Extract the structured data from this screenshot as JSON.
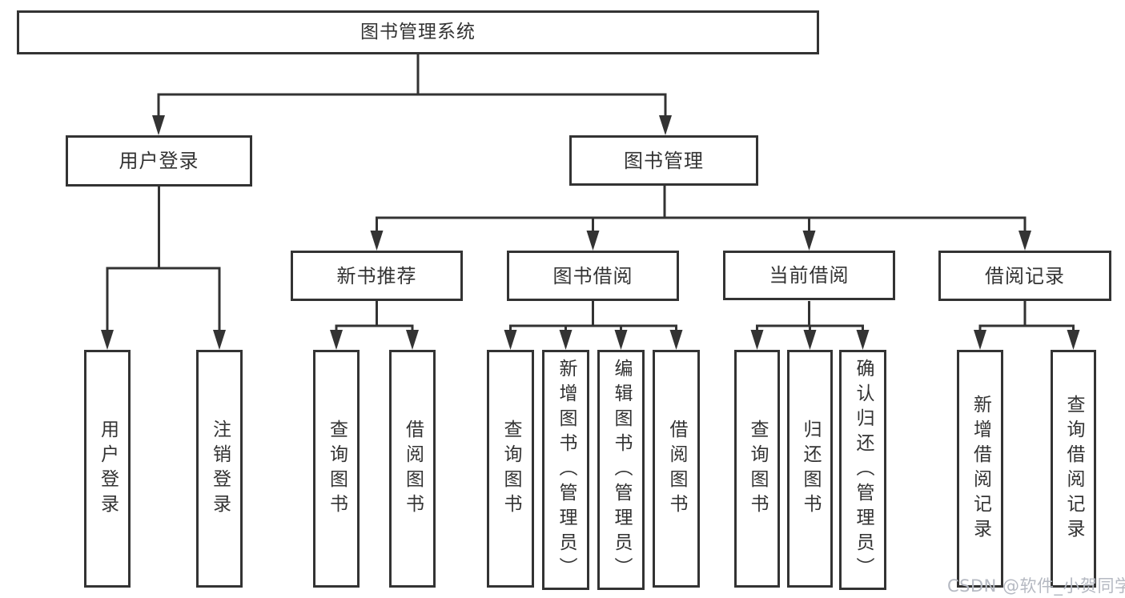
{
  "diagram": {
    "watermark": "CSDN @软件_小贺同学",
    "tree": {
      "label": "图书管理系统",
      "children": [
        {
          "label": "用户登录",
          "children": [
            {
              "label": "用户登录"
            },
            {
              "label": "注销登录"
            }
          ]
        },
        {
          "label": "图书管理",
          "children": [
            {
              "label": "新书推荐",
              "children": [
                {
                  "label": "查询图书"
                },
                {
                  "label": "借阅图书"
                }
              ]
            },
            {
              "label": "图书借阅",
              "children": [
                {
                  "label": "查询图书"
                },
                {
                  "label": "新增图书（管理员）"
                },
                {
                  "label": "编辑图书（管理员）"
                },
                {
                  "label": "借阅图书"
                }
              ]
            },
            {
              "label": "当前借阅",
              "children": [
                {
                  "label": "查询图书"
                },
                {
                  "label": "归还图书"
                },
                {
                  "label": "确认归还（管理员）"
                }
              ]
            },
            {
              "label": "借阅记录",
              "children": [
                {
                  "label": "新增借阅记录"
                },
                {
                  "label": "查询借阅记录"
                }
              ]
            }
          ]
        }
      ]
    },
    "style": {
      "line_color": "#333333",
      "box_background": "#ffffff",
      "watermark_color": "#b5b9c2"
    }
  }
}
